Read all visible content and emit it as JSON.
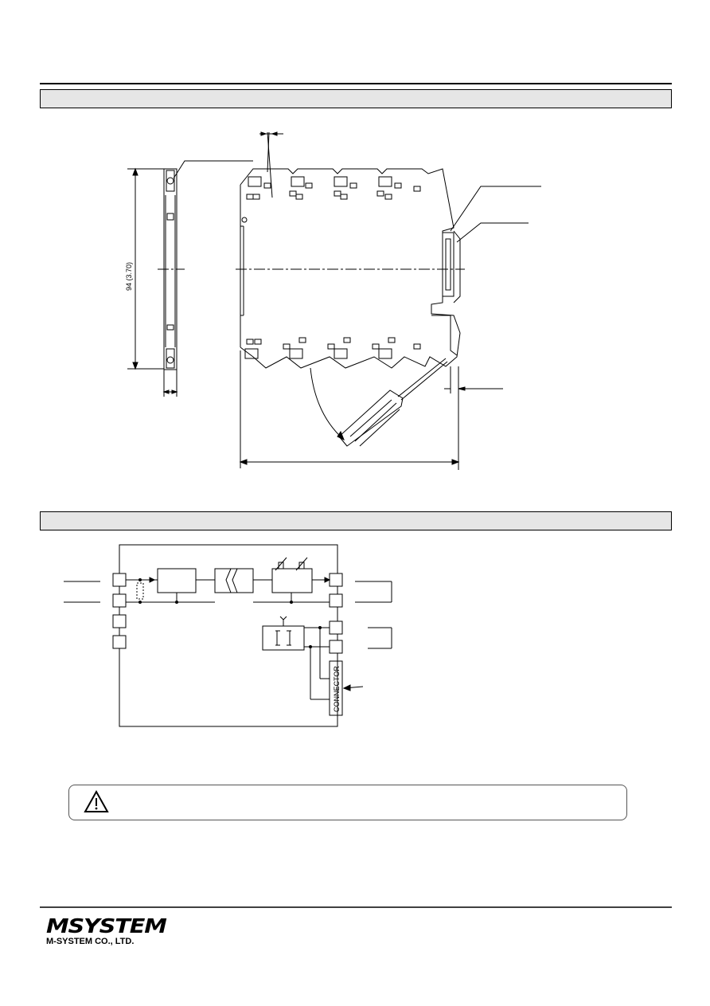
{
  "dimension_drawing": {
    "height_label": "94 (3.70)"
  },
  "block_diagram": {
    "connector_label": "CONNECTOR"
  },
  "footer": {
    "logo_text": "MSYSTEM",
    "company": "M-SYSTEM CO., LTD."
  }
}
